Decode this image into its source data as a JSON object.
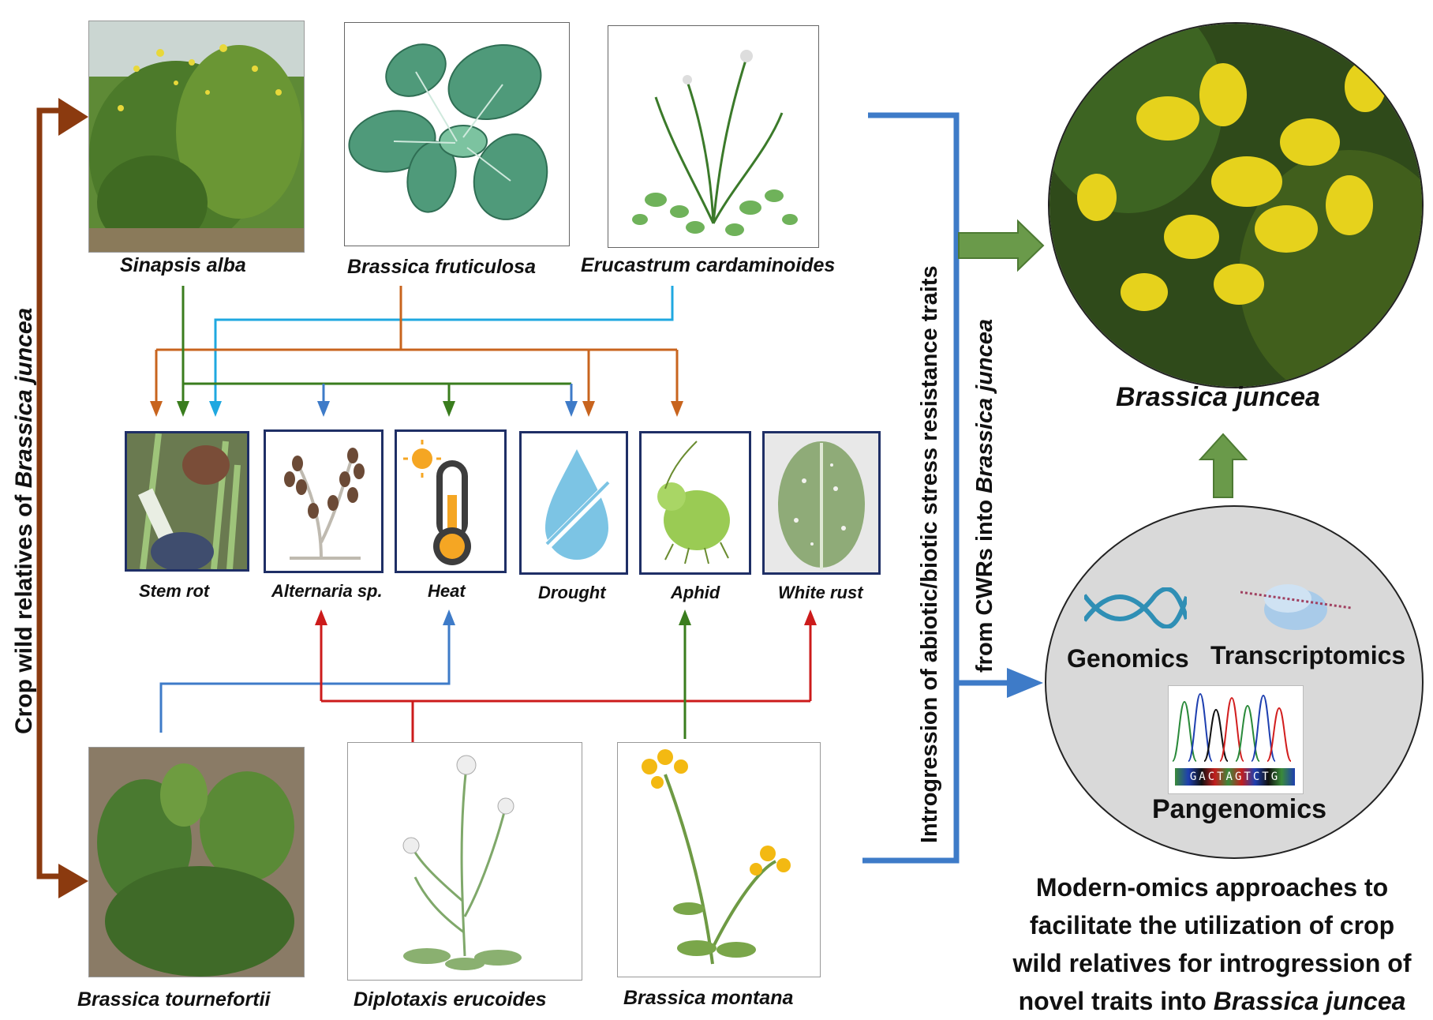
{
  "left_axis": {
    "label_prefix": "Crop wild relatives of ",
    "label_species": "Brassica  juncea"
  },
  "top_species": [
    {
      "key": "sinapsis",
      "name": "Sinapsis alba"
    },
    {
      "key": "fruticulosa",
      "name": "Brassica fruticulosa"
    },
    {
      "key": "erucastrum",
      "name": "Erucastrum cardaminoides"
    }
  ],
  "bottom_species": [
    {
      "key": "tournefortii",
      "name": "Brassica tournefortii"
    },
    {
      "key": "diplotaxis",
      "name": "Diplotaxis  erucoides"
    },
    {
      "key": "montana",
      "name": "Brassica montana"
    }
  ],
  "traits": [
    {
      "key": "stemrot",
      "label": "Stem rot"
    },
    {
      "key": "alternaria",
      "label": "Alternaria sp."
    },
    {
      "key": "heat",
      "label": "Heat"
    },
    {
      "key": "drought",
      "label": "Drought"
    },
    {
      "key": "aphid",
      "label": "Aphid"
    },
    {
      "key": "whiterust",
      "label": "White rust"
    }
  ],
  "introgression": {
    "line1": "Introgression of abiotic/biotic stress resistance traits",
    "line2_prefix": "from CWRs into ",
    "line2_species": "Brassica  juncea"
  },
  "target": {
    "name": "Brassica juncea"
  },
  "omics": {
    "genomics": "Genomics",
    "transcriptomics": "Transcriptomics",
    "pangenomics": "Pangenomics",
    "dna_bases": "GACTAGTCTG"
  },
  "caption": {
    "line1": "Modern-omics approaches to",
    "line2": "facilitate the utilization of crop",
    "line3": "wild relatives for introgression of",
    "line4_prefix": "novel traits into ",
    "line4_species": "Brassica juncea"
  },
  "colors": {
    "brown": "#8b3a0f",
    "green": "#3a7d1e",
    "orange": "#c8641e",
    "cyan": "#1fa8e0",
    "blue": "#3e7bc8",
    "red": "#cc1b1b",
    "arrow_green": "#6a9a4a",
    "frame": "#1f2f66"
  }
}
